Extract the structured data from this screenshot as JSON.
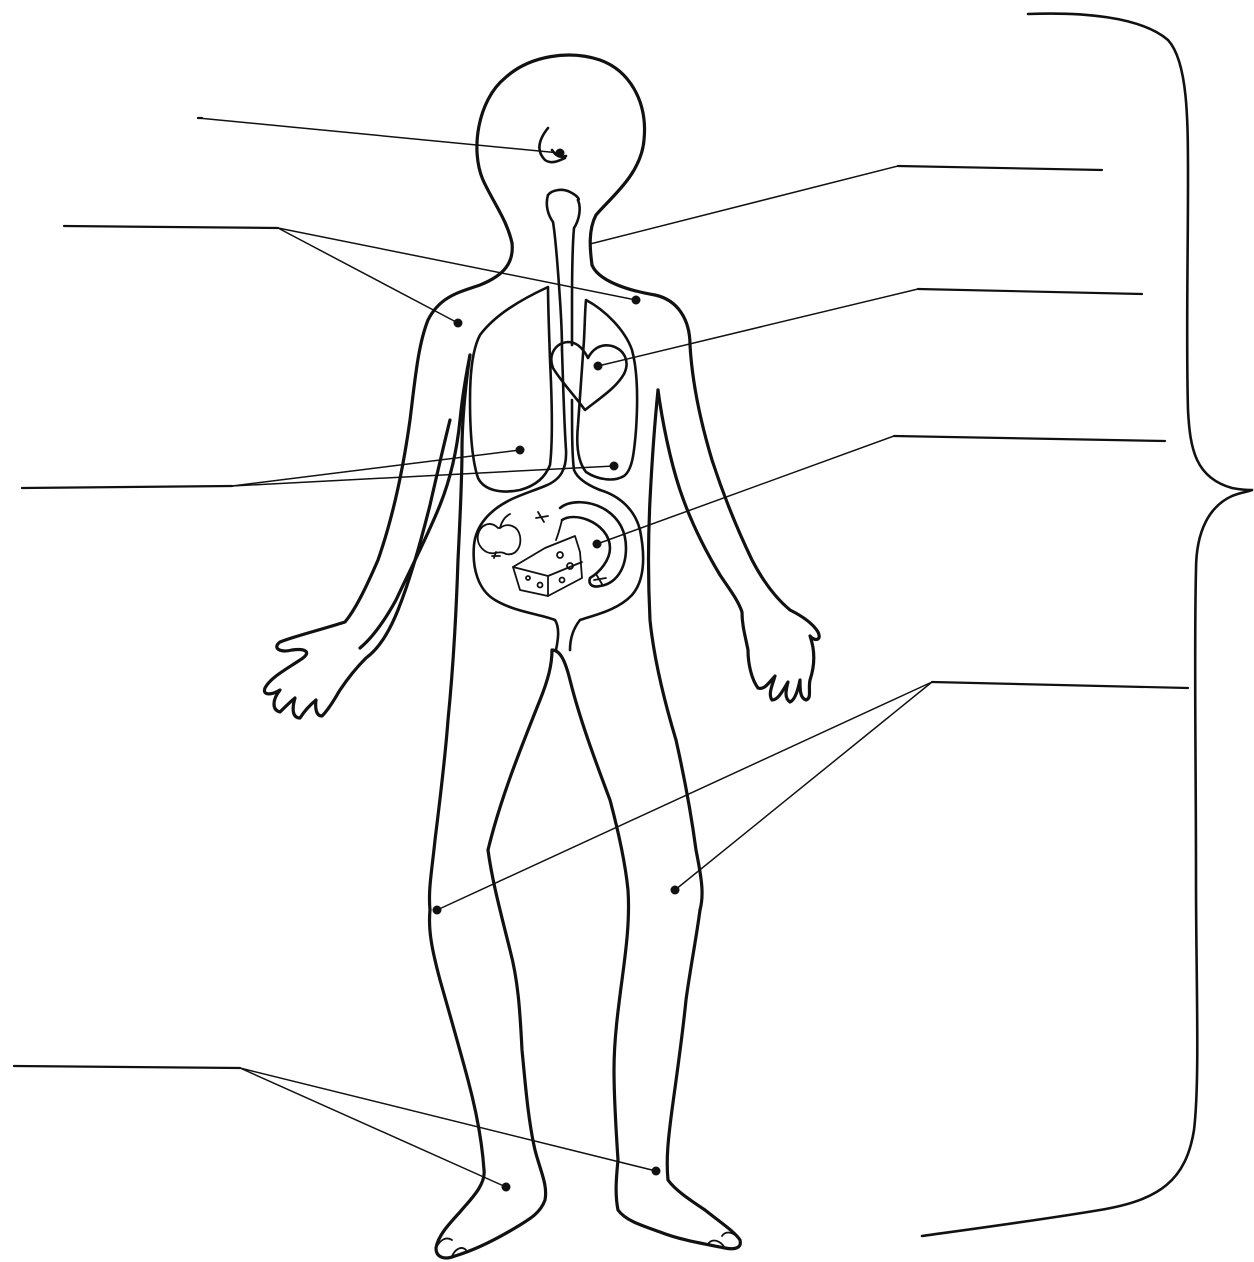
{
  "diagram": {
    "kind": "human digestive system labeling worksheet",
    "ink_color": "#111111",
    "paper_color": "#ffffff",
    "labels": [
      {
        "id": "label-mouth",
        "text": ""
      },
      {
        "id": "label-shoulders",
        "text": ""
      },
      {
        "id": "label-esophagus",
        "text": ""
      },
      {
        "id": "label-heart",
        "text": ""
      },
      {
        "id": "label-lungs",
        "text": ""
      },
      {
        "id": "label-stomach",
        "text": ""
      },
      {
        "id": "label-knees",
        "text": ""
      },
      {
        "id": "label-feet",
        "text": ""
      }
    ],
    "icons": [
      "apple-icon",
      "cheese-icon",
      "heart-icon"
    ]
  }
}
